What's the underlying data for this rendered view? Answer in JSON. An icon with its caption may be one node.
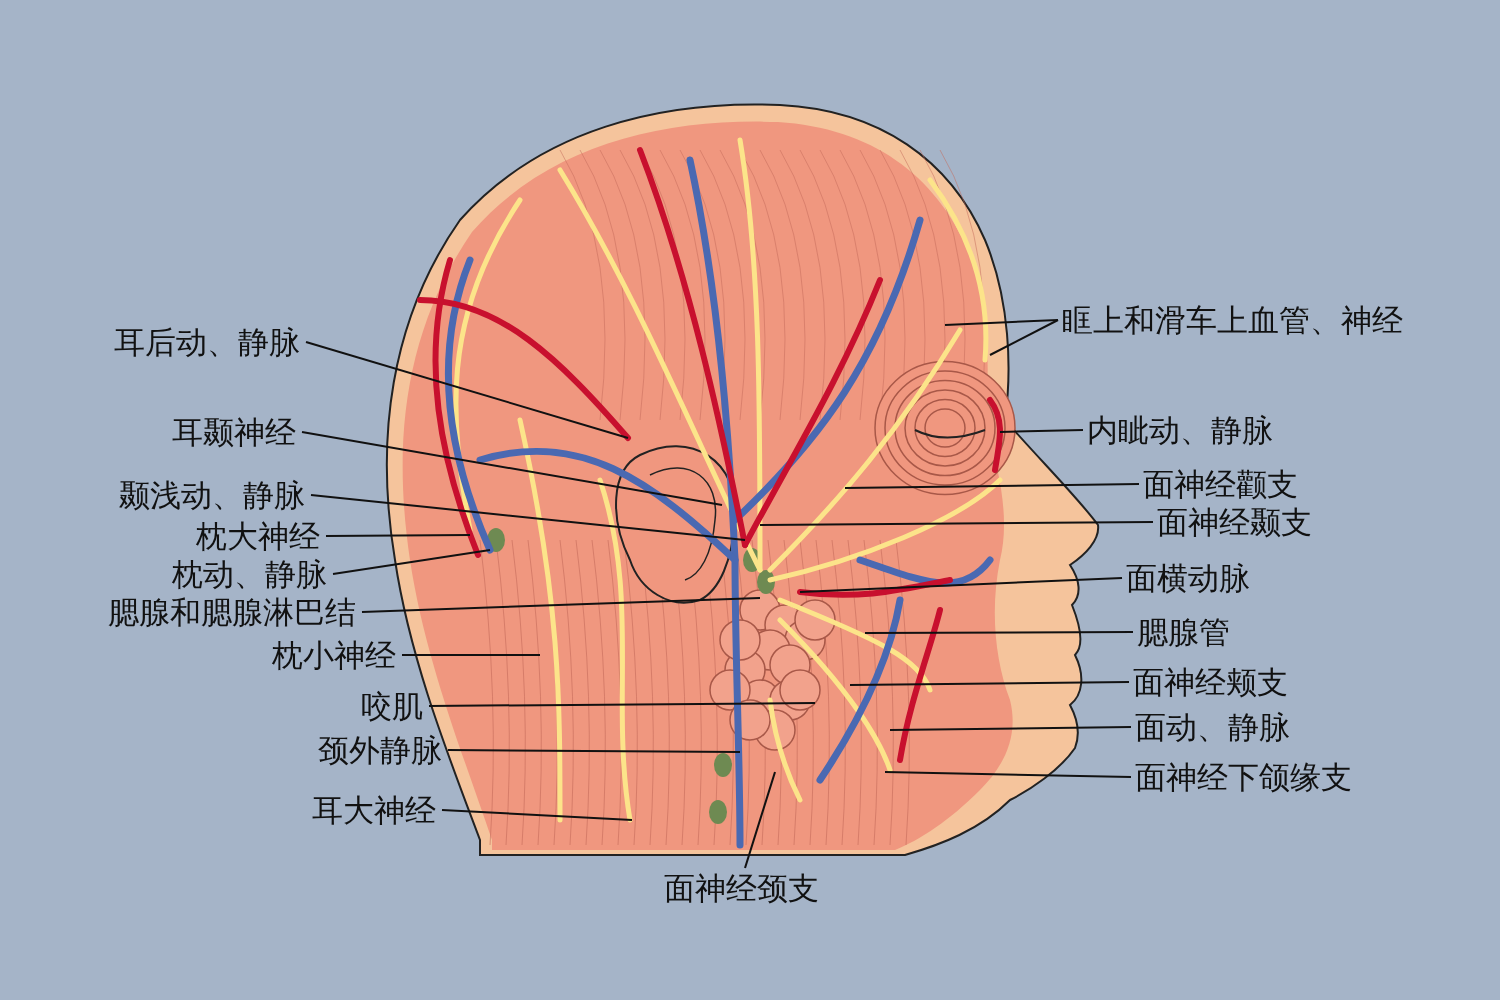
{
  "diagram": {
    "nodes": [
      {
        "text": [
          "耳后动、静脉"
        ]
      },
      {
        "text": [
          "耳颞神经"
        ]
      },
      {
        "text": [
          "颞浅动、静脉"
        ]
      },
      {
        "text": [
          "枕大神经"
        ]
      },
      {
        "text": [
          "枕动、静脉"
        ]
      },
      {
        "text": [
          "腮腺和腮腺淋巴结"
        ]
      },
      {
        "text": [
          "枕小神经"
        ]
      },
      {
        "text": [
          "咬肌"
        ]
      },
      {
        "text": [
          "颈外静脉"
        ]
      },
      {
        "text": [
          "耳大神经"
        ]
      },
      {
        "text": [
          "眶上和滑车上血管、神经"
        ]
      },
      {
        "text": [
          "内眦动、静脉"
        ]
      },
      {
        "text": [
          "面神经颧支"
        ]
      },
      {
        "text": [
          "面神经颞支"
        ]
      },
      {
        "text": [
          "面横动脉"
        ]
      },
      {
        "text": [
          "腮腺管"
        ]
      },
      {
        "text": [
          "面神经颊支"
        ]
      },
      {
        "text": [
          "面动、静脉"
        ]
      },
      {
        "text": [
          "面神经下颌缘支"
        ]
      },
      {
        "text": [
          "面神经颈支"
        ]
      }
    ],
    "edges": [
      {
        "from": 0,
        "to": null,
        "arrow": "none"
      },
      {
        "from": 1,
        "to": null,
        "arrow": "none"
      },
      {
        "from": 2,
        "to": null,
        "arrow": "none"
      },
      {
        "from": 3,
        "to": null,
        "arrow": "none"
      },
      {
        "from": 4,
        "to": null,
        "arrow": "none"
      },
      {
        "from": 5,
        "to": null,
        "arrow": "none"
      },
      {
        "from": 6,
        "to": null,
        "arrow": "none"
      },
      {
        "from": 7,
        "to": null,
        "arrow": "none"
      },
      {
        "from": 8,
        "to": null,
        "arrow": "none"
      },
      {
        "from": 9,
        "to": null,
        "arrow": "none"
      },
      {
        "from": 10,
        "to": null,
        "arrow": "none"
      },
      {
        "from": 10,
        "to": null,
        "arrow": "none"
      },
      {
        "from": 11,
        "to": null,
        "arrow": "none"
      },
      {
        "from": 12,
        "to": null,
        "arrow": "none"
      },
      {
        "from": 13,
        "to": null,
        "arrow": "none"
      },
      {
        "from": 14,
        "to": null,
        "arrow": "none"
      },
      {
        "from": 15,
        "to": null,
        "arrow": "none"
      },
      {
        "from": 16,
        "to": null,
        "arrow": "none"
      },
      {
        "from": 17,
        "to": null,
        "arrow": "none"
      },
      {
        "from": 18,
        "to": null,
        "arrow": "none"
      },
      {
        "from": 19,
        "to": null,
        "arrow": "none"
      }
    ]
  }
}
